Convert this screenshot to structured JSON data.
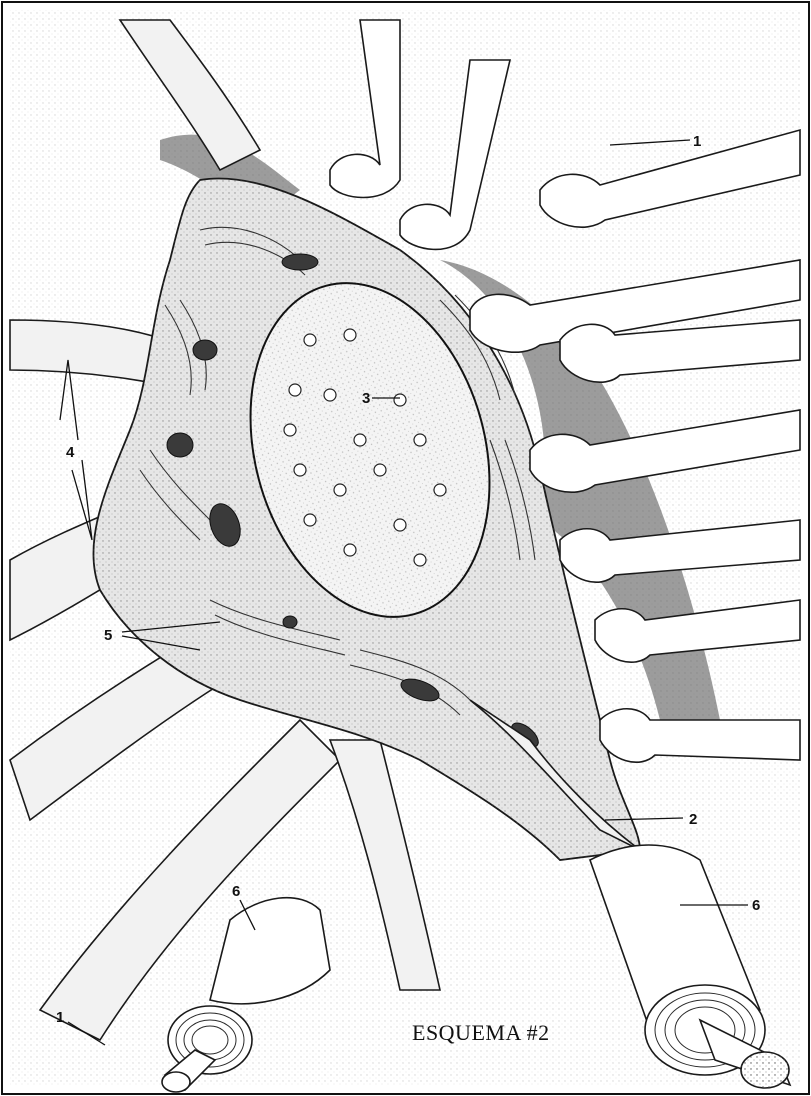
{
  "figure": {
    "caption": "ESQUEMA #2",
    "labels": [
      {
        "id": "label-1-top",
        "text": "1"
      },
      {
        "id": "label-1-bottom",
        "text": "1"
      },
      {
        "id": "label-2",
        "text": "2"
      },
      {
        "id": "label-3",
        "text": "3"
      },
      {
        "id": "label-4",
        "text": "4"
      },
      {
        "id": "label-5",
        "text": "5"
      },
      {
        "id": "label-6-left",
        "text": "6"
      },
      {
        "id": "label-6-right",
        "text": "6"
      }
    ]
  }
}
